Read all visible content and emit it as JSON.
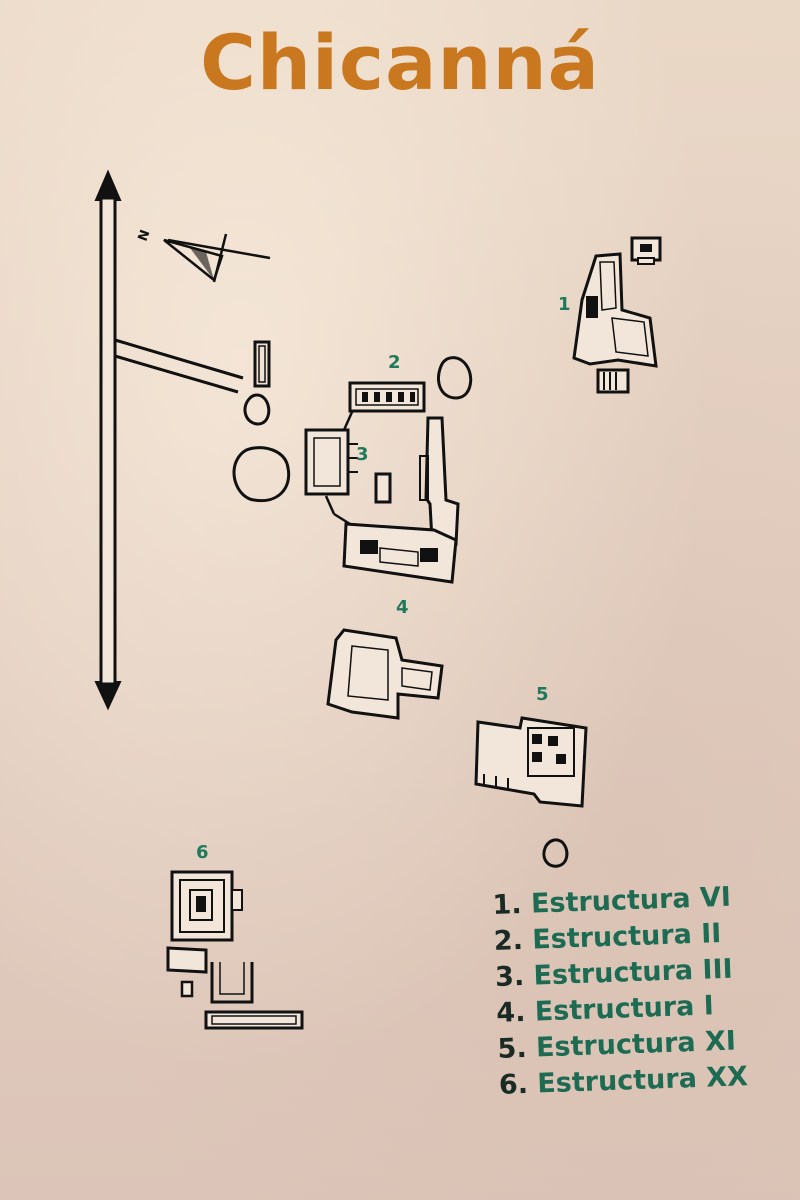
{
  "title": "Chicanná",
  "north_label": "N",
  "colors": {
    "title": "#c9781f",
    "labels": "#1f7a5c",
    "lines": "#111111",
    "background": "#e6d6ca"
  },
  "structures": [
    {
      "number": "1",
      "name": "Estructura VI"
    },
    {
      "number": "2",
      "name": "Estructura II"
    },
    {
      "number": "3",
      "name": "Estructura III"
    },
    {
      "number": "4",
      "name": "Estructura I"
    },
    {
      "number": "5",
      "name": "Estructura XI"
    },
    {
      "number": "6",
      "name": "Estructura XX"
    }
  ],
  "legend": [
    {
      "num": "1.",
      "name": "Estructura VI"
    },
    {
      "num": "2.",
      "name": "Estructura II"
    },
    {
      "num": "3.",
      "name": "Estructura III"
    },
    {
      "num": "4.",
      "name": "Estructura I"
    },
    {
      "num": "5.",
      "name": "Estructura XI"
    },
    {
      "num": "6.",
      "name": "Estructura XX"
    }
  ]
}
